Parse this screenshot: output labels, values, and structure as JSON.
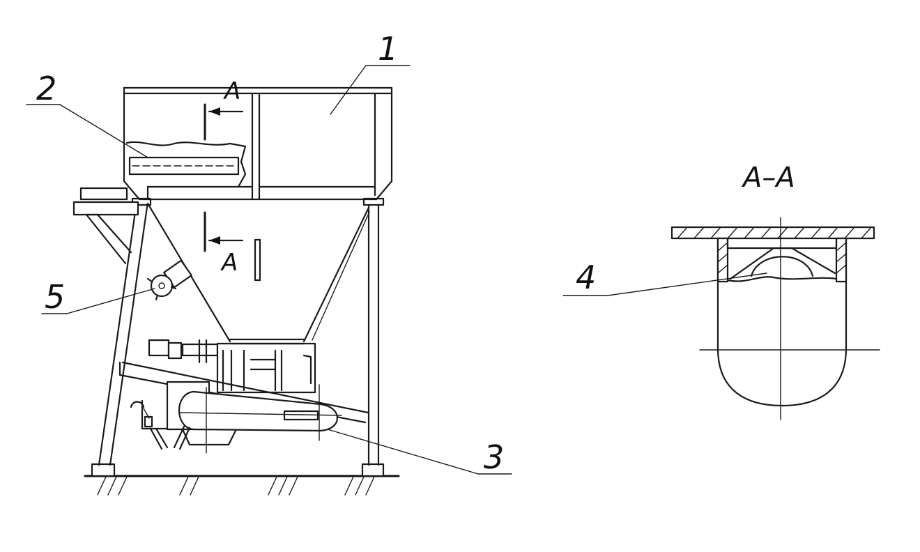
{
  "callouts": {
    "item_1": "1",
    "item_2": "2",
    "item_3": "3",
    "item_4": "4",
    "item_5": "5"
  },
  "section": {
    "marker_top": "A",
    "marker_bottom": "A",
    "view_title": "A–A"
  }
}
